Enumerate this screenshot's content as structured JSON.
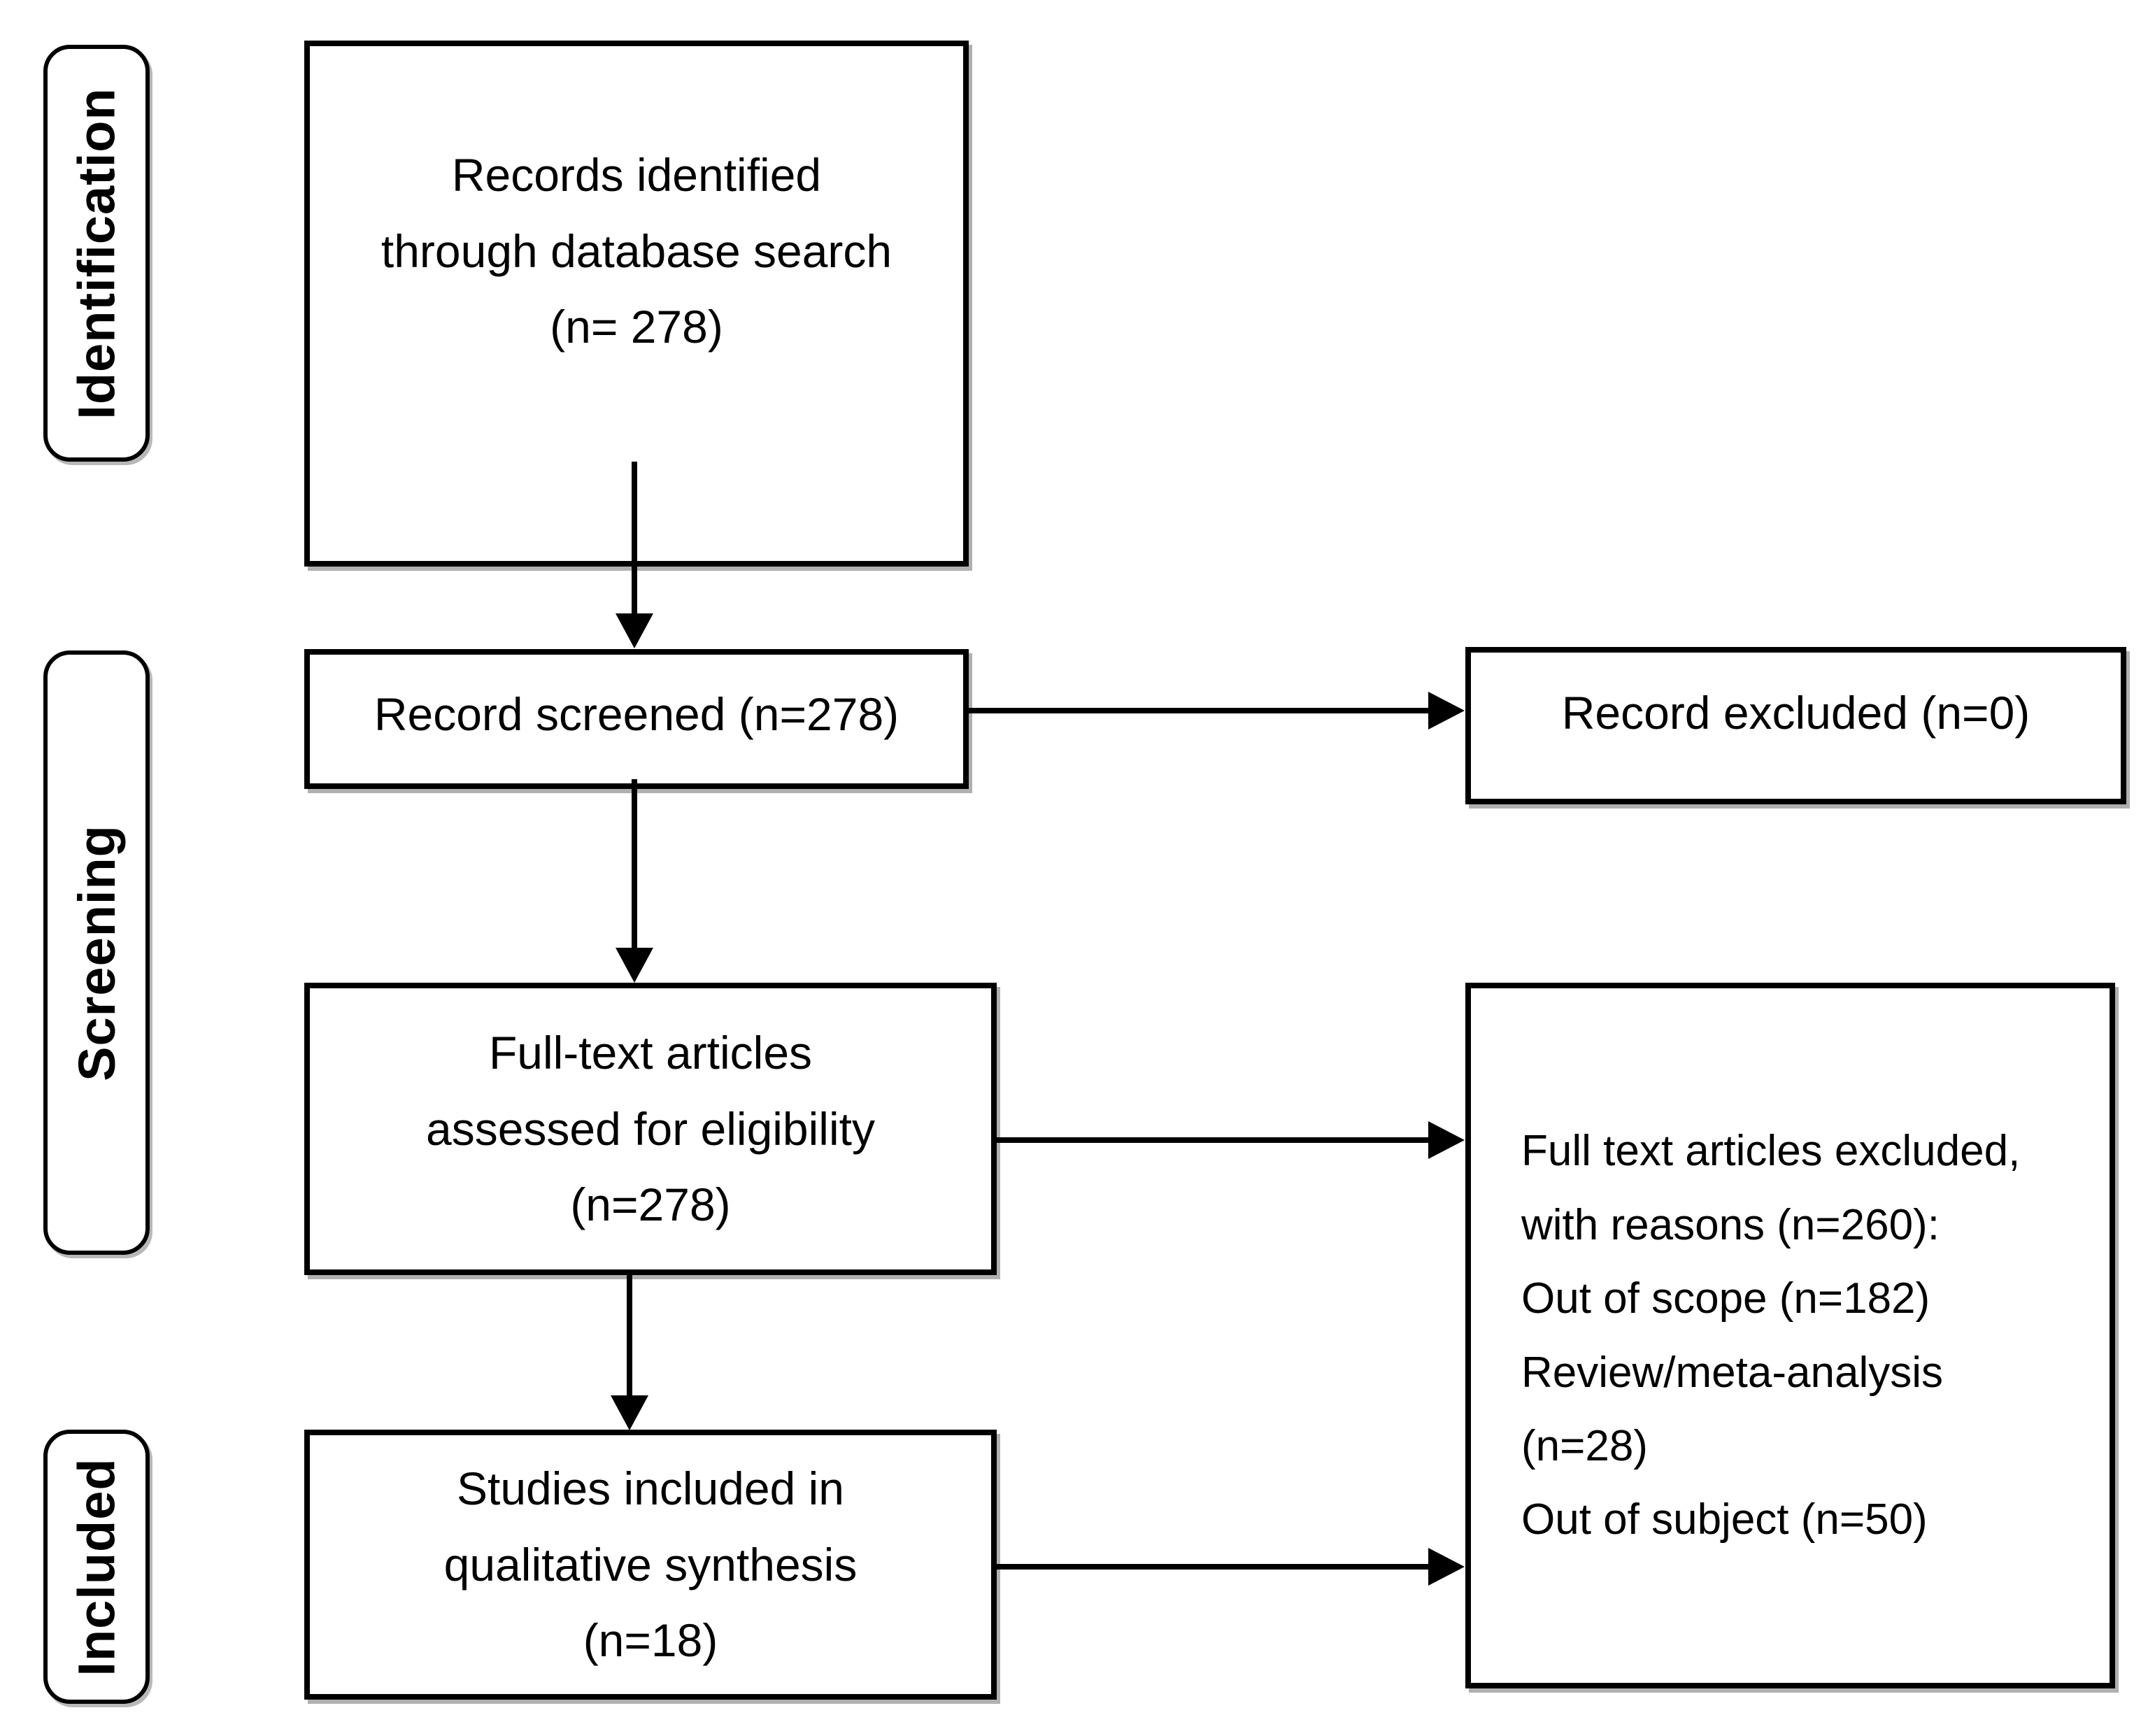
{
  "stage_labels": [
    {
      "label": "Identification"
    },
    {
      "label": "Screening"
    },
    {
      "label": "Included"
    }
  ],
  "boxes": {
    "records_identified": {
      "lines": [
        "Records identified",
        "through database search",
        "(n= 278)"
      ]
    },
    "records_screened": {
      "lines": [
        "Record screened (n=278)"
      ]
    },
    "fulltext_assessed": {
      "lines": [
        "Full-text articles",
        "assessed for eligibility",
        "(n=278)"
      ]
    },
    "studies_included": {
      "lines": [
        "Studies included in",
        "qualitative synthesis",
        "(n=18)"
      ]
    },
    "records_excluded": {
      "lines": [
        "Record excluded (n=0)"
      ]
    },
    "fulltext_excluded": {
      "lines": [
        "Full text articles excluded,",
        "with reasons (n=260):",
        "Out of scope (n=182)",
        "Review/meta-analysis",
        "(n=28)",
        "Out of subject (n=50)"
      ]
    }
  },
  "colors": {
    "line": "#000000",
    "background": "#ffffff",
    "shadow": "#b0b0b0"
  }
}
